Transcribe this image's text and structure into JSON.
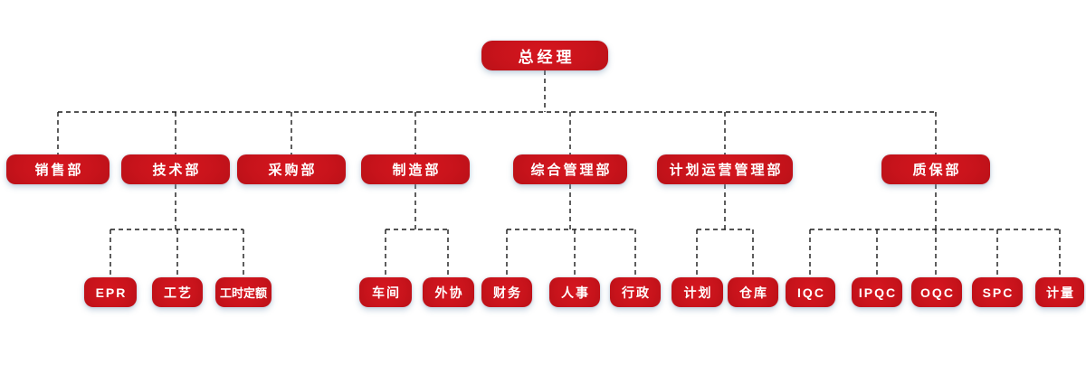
{
  "diagram": {
    "type": "org-chart",
    "description": "company organization chart"
  },
  "colors": {
    "node_fill": "#C7131B",
    "node_fill_edge": "#B20F16",
    "node_text": "#FFFFFF",
    "connector_line": "#1A1A1A",
    "background": "#FFFFFF"
  },
  "nodes": {
    "gm": {
      "label": "总经理"
    },
    "sales": {
      "label": "销售部"
    },
    "tech": {
      "label": "技术部"
    },
    "purchase": {
      "label": "采购部"
    },
    "mfg": {
      "label": "制造部"
    },
    "admin": {
      "label": "综合管理部"
    },
    "planops": {
      "label": "计划运营管理部"
    },
    "qa": {
      "label": "质保部"
    },
    "epr": {
      "label": "EPR"
    },
    "craft": {
      "label": "工艺"
    },
    "laborquota": {
      "label": "工时定额"
    },
    "workshop": {
      "label": "车间"
    },
    "outsource": {
      "label": "外协"
    },
    "finance": {
      "label": "财务"
    },
    "hr": {
      "label": "人事"
    },
    "adminoffice": {
      "label": "行政"
    },
    "planning": {
      "label": "计划"
    },
    "warehouse": {
      "label": "仓库"
    },
    "iqc": {
      "label": "IQC"
    },
    "ipqc": {
      "label": "IPQC"
    },
    "oqc": {
      "label": "OQC"
    },
    "spc": {
      "label": "SPC"
    },
    "metrology": {
      "label": "计量"
    }
  },
  "hierarchy": {
    "总经理": [
      "销售部",
      "技术部",
      "采购部",
      "制造部",
      "综合管理部",
      "计划运营管理部",
      "质保部"
    ],
    "技术部": [
      "EPR",
      "工艺",
      "工时定额"
    ],
    "制造部": [
      "车间",
      "外协"
    ],
    "综合管理部": [
      "财务",
      "人事",
      "行政"
    ],
    "计划运营管理部": [
      "计划",
      "仓库"
    ],
    "质保部": [
      "IQC",
      "IPQC",
      "OQC",
      "SPC",
      "计量"
    ]
  }
}
